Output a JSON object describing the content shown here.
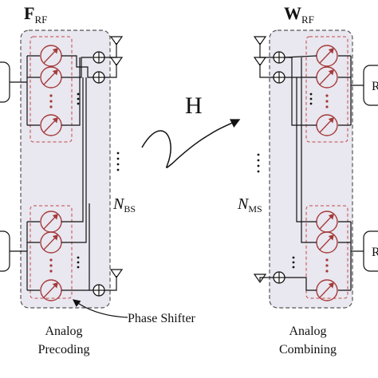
{
  "precoder": {
    "matrix_symbol": "F",
    "matrix_subscript": "RF",
    "antenna_count_symbol": "N",
    "antenna_count_subscript": "BS",
    "caption_line1": "Analog",
    "caption_line2": "Precoding"
  },
  "channel": {
    "symbol": "H"
  },
  "combiner": {
    "matrix_symbol": "W",
    "matrix_subscript": "RF",
    "antenna_count_symbol": "N",
    "antenna_count_subscript": "MS",
    "caption_line1": "Analog",
    "caption_line2": "Combining",
    "rf_chain_label": "R"
  },
  "annotation": {
    "phase_shifter_label": "Phase Shifter"
  },
  "colors": {
    "panel_fill": "#e9e7ef",
    "phase_shifter": "#a43a3a",
    "wire": "#111111"
  }
}
